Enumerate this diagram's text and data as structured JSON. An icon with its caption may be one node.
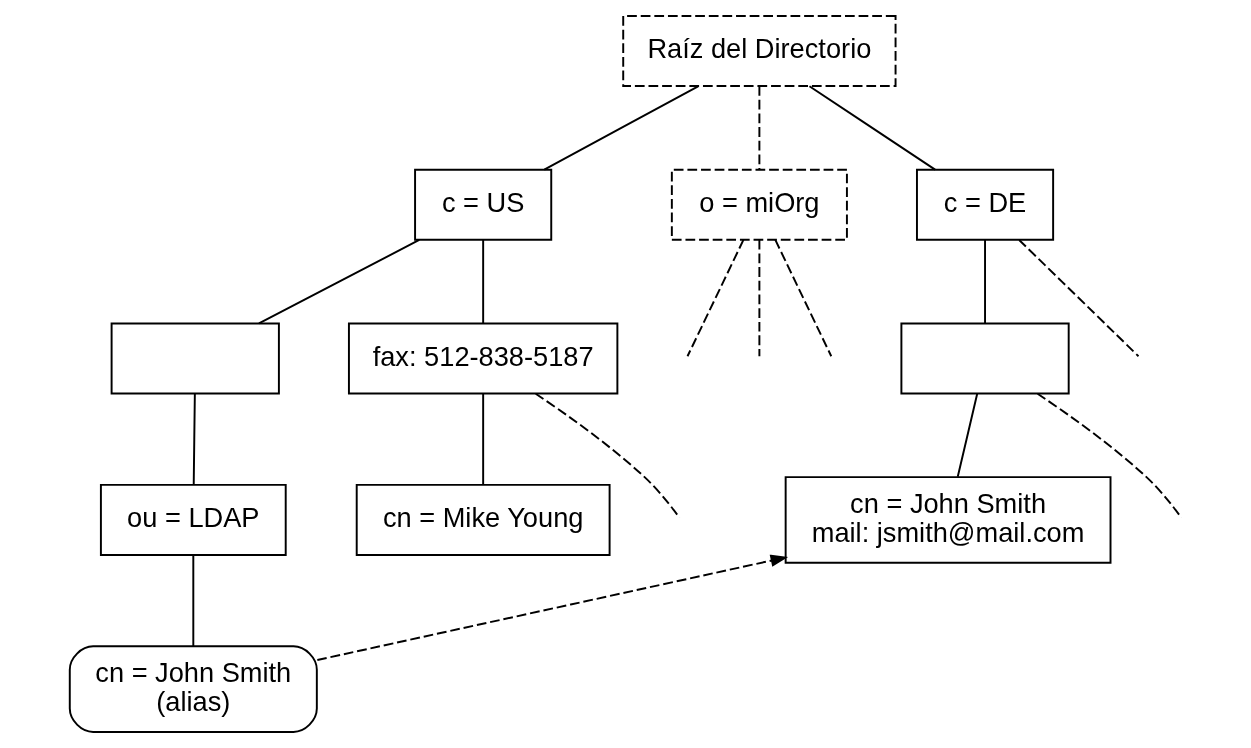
{
  "diagram": {
    "nodes": [
      {
        "text": [
          "Raíz del Directorio"
        ]
      },
      {
        "text": [
          "c = US"
        ]
      },
      {
        "text": [
          "o = miOrg"
        ]
      },
      {
        "text": [
          "c = DE"
        ]
      },
      {
        "text": [],
        "shape": "box"
      },
      {
        "text": [
          "fax: 512-838-5187"
        ]
      },
      {
        "text": [],
        "shape": "box"
      },
      {
        "text": [
          "ou = LDAP"
        ]
      },
      {
        "text": [
          "cn = John Smith",
          "mail: jsmith@mail.com"
        ]
      },
      {
        "text": [
          "cn = Mike Young"
        ]
      },
      {
        "text": [
          "cn = John Smith",
          "(alias)"
        ]
      }
    ],
    "edges": [
      {
        "from": 0,
        "to": 1,
        "arrow": "none"
      },
      {
        "from": 0,
        "to": 2,
        "arrow": "none",
        "style": "dashed"
      },
      {
        "from": 0,
        "to": 3,
        "arrow": "none"
      },
      {
        "from": 1,
        "to": 4,
        "arrow": "none"
      },
      {
        "from": 1,
        "to": 5,
        "arrow": "none"
      },
      {
        "from": 2,
        "to": null,
        "arrow": "none",
        "style": "dashed"
      },
      {
        "from": 2,
        "to": null,
        "arrow": "none",
        "style": "dashed"
      },
      {
        "from": 2,
        "to": null,
        "arrow": "none",
        "style": "dashed"
      },
      {
        "from": 3,
        "to": 6,
        "arrow": "none"
      },
      {
        "from": 3,
        "to": null,
        "arrow": "none",
        "style": "dashed"
      },
      {
        "from": 4,
        "to": 7,
        "arrow": "none"
      },
      {
        "from": 5,
        "to": null,
        "arrow": "none",
        "style": "dashed"
      },
      {
        "from": 5,
        "to": 9,
        "arrow": "none"
      },
      {
        "from": 6,
        "to": null,
        "arrow": "none",
        "style": "dashed"
      },
      {
        "from": 6,
        "to": 8,
        "arrow": "none"
      },
      {
        "from": 7,
        "to": 10,
        "arrow": "none"
      },
      {
        "from": 10,
        "to": 8,
        "arrow": "to",
        "style": "dashed"
      }
    ]
  }
}
